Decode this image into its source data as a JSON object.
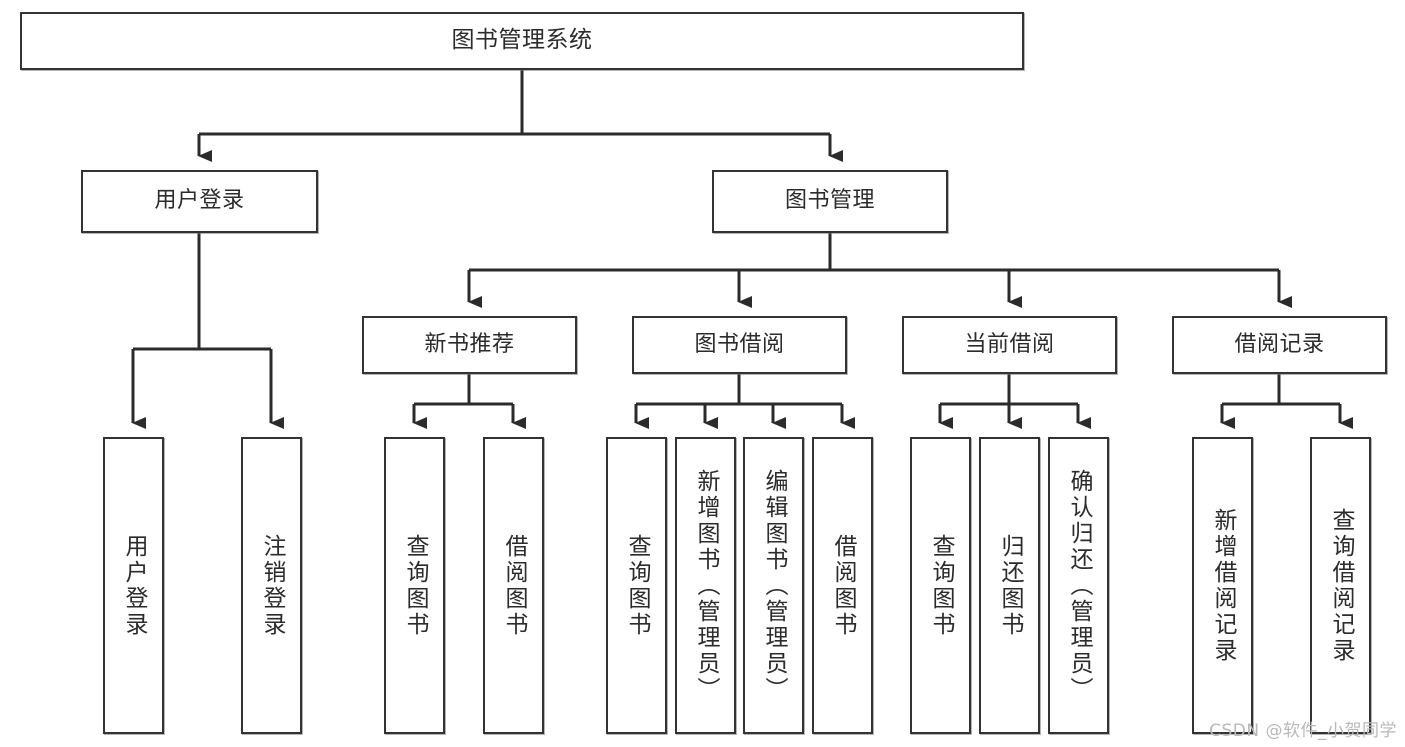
{
  "diagram": {
    "title": "图书管理系统",
    "watermark": "CSDN @软件_小贺同学",
    "colors": {
      "background": "#ffffff",
      "node_border": "#333333",
      "node_fill": "#ffffff",
      "edge": "#2b2b2b",
      "text": "#2b2b2b",
      "watermark": "#b9b9b9"
    },
    "nodes": {
      "root": {
        "label": "图书管理系统"
      },
      "level2": [
        {
          "id": "user-login",
          "label": "用户登录"
        },
        {
          "id": "book-management",
          "label": "图书管理"
        }
      ],
      "level3": [
        {
          "id": "new-book-recommend",
          "label": "新书推荐"
        },
        {
          "id": "book-borrow",
          "label": "图书借阅"
        },
        {
          "id": "current-borrow",
          "label": "当前借阅"
        },
        {
          "id": "borrow-record",
          "label": "借阅记录"
        }
      ],
      "leaves": {
        "user_login": [
          {
            "id": "leaf-user-login",
            "label": "用户登录"
          },
          {
            "id": "leaf-logout-login",
            "label": "注销登录"
          }
        ],
        "new_book_recommend": [
          {
            "id": "leaf-query-book-1",
            "label": "查询图书"
          },
          {
            "id": "leaf-borrow-book-1",
            "label": "借阅图书"
          }
        ],
        "book_borrow": [
          {
            "id": "leaf-query-book-2",
            "label": "查询图书"
          },
          {
            "id": "leaf-add-book-admin",
            "label": "新增图书（管理员）"
          },
          {
            "id": "leaf-edit-book-admin",
            "label": "编辑图书（管理员）"
          },
          {
            "id": "leaf-borrow-book-2",
            "label": "借阅图书"
          }
        ],
        "current_borrow": [
          {
            "id": "leaf-query-book-3",
            "label": "查询图书"
          },
          {
            "id": "leaf-return-book",
            "label": "归还图书"
          },
          {
            "id": "leaf-confirm-return-admin",
            "label": "确认归还（管理员）"
          }
        ],
        "borrow_record": [
          {
            "id": "leaf-add-borrow-record",
            "label": "新增借阅记录"
          },
          {
            "id": "leaf-query-borrow-record",
            "label": "查询借阅记录"
          }
        ]
      }
    }
  }
}
